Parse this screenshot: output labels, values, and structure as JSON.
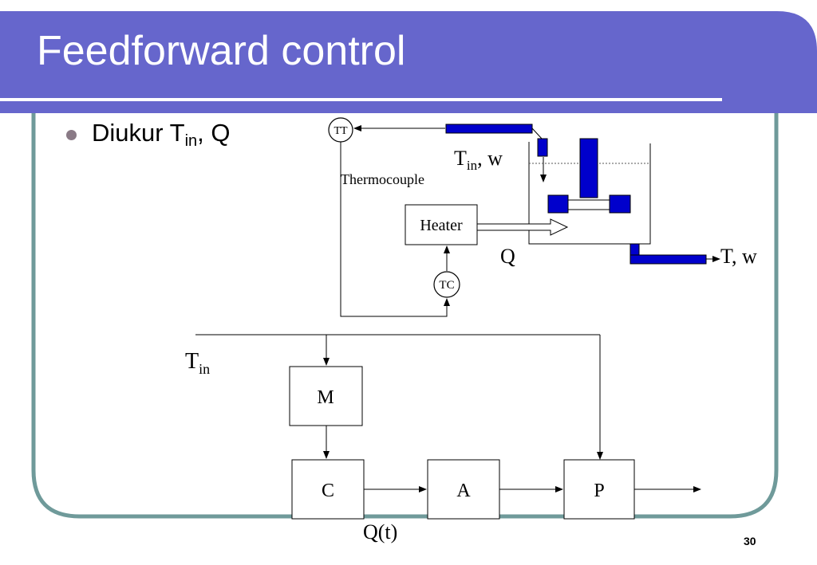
{
  "slide": {
    "title": "Feedforward control",
    "bullet": {
      "prefix": "Diukur T",
      "sub": "in",
      "suffix": ", Q"
    },
    "page_number": "30"
  },
  "diagram": {
    "process": {
      "tt_label": "TT",
      "tc_label": "TC",
      "thermocouple_label": "Thermocouple",
      "heater_label": "Heater",
      "inlet_label": {
        "main": "T",
        "sub": "in",
        "rest": ", w"
      },
      "q_label": "Q",
      "outlet_label": "T, w"
    },
    "block": {
      "input_label": {
        "main": "T",
        "sub": "in"
      },
      "m_label": "M",
      "c_label": "C",
      "a_label": "A",
      "p_label": "P",
      "qt_label": "Q(t)"
    }
  },
  "colors": {
    "title_band": "#6666cc",
    "frame": "#6f9a9a",
    "pipe": "#0000cc",
    "bullet": "#8a7a86"
  }
}
